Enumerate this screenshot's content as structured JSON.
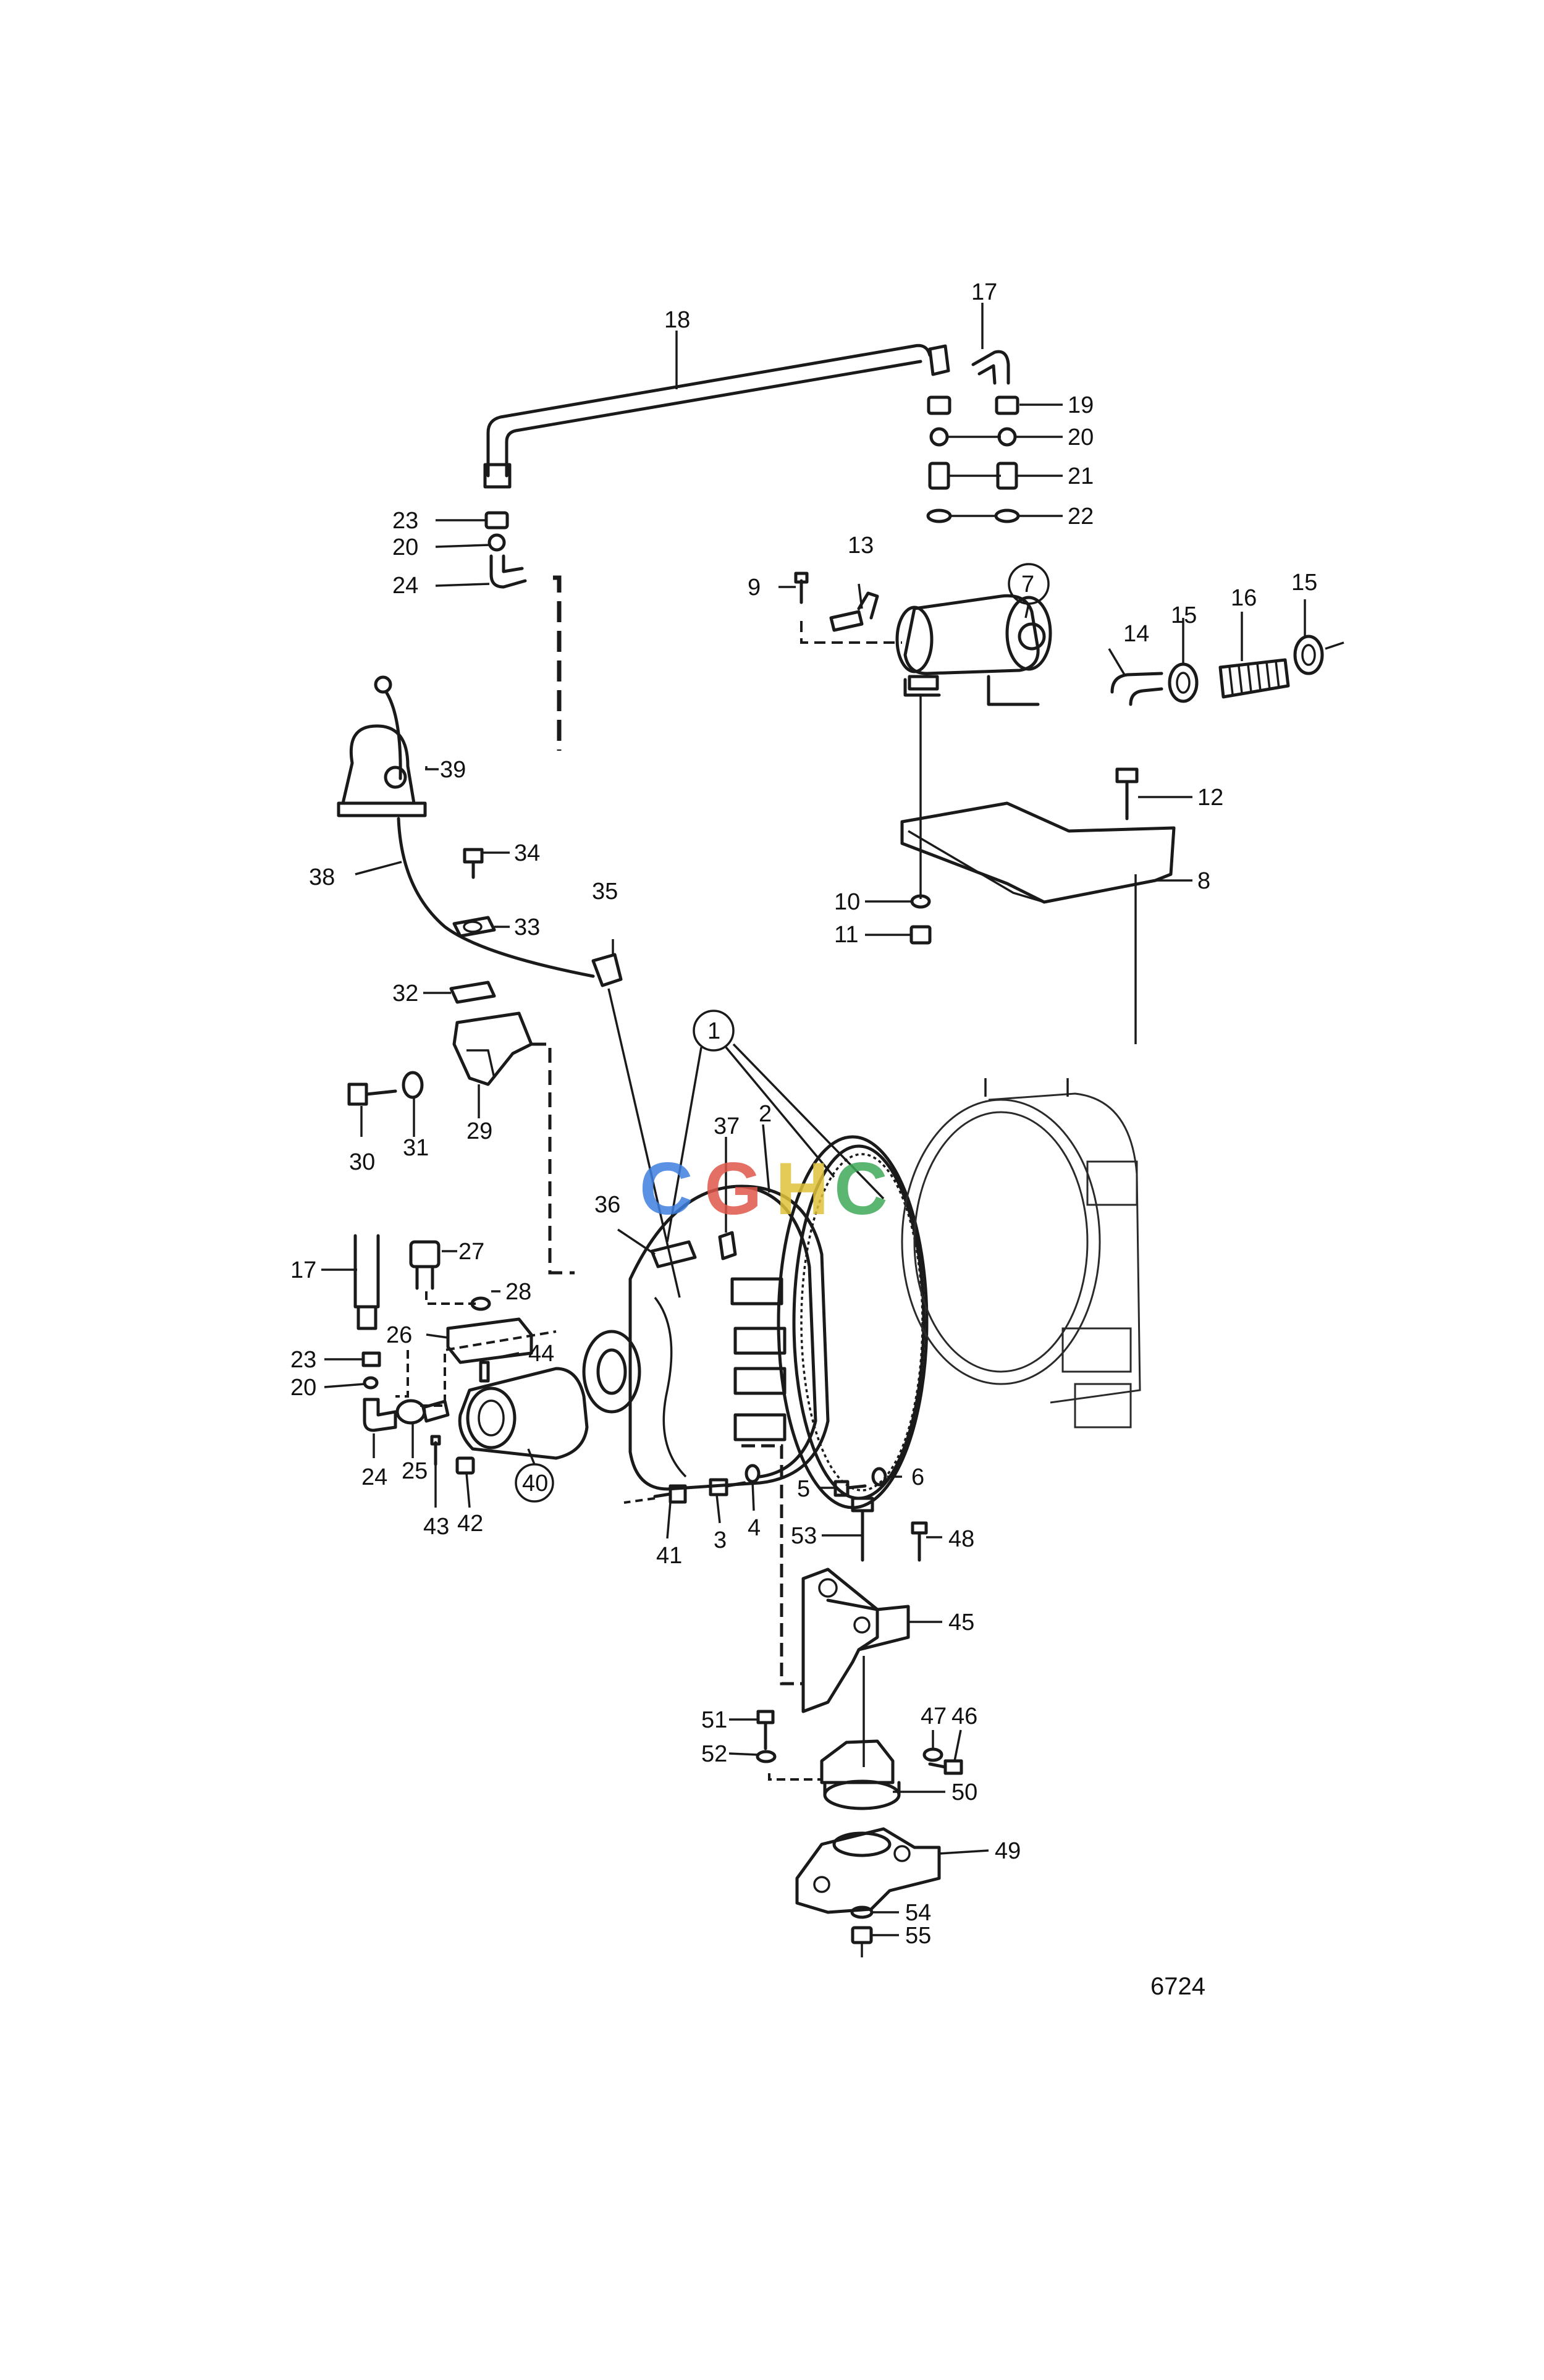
{
  "watermark": {
    "letters": [
      "C",
      "G",
      "H",
      "C"
    ],
    "colors": [
      "#3f7fe0",
      "#e0564a",
      "#e0c23a",
      "#3faa5a"
    ]
  },
  "figure_ref": "6724",
  "callouts": {
    "c1": "1",
    "c2": "2",
    "c3": "3",
    "c4": "4",
    "c5": "5",
    "c6": "6",
    "c7": "7",
    "c8": "8",
    "c9": "9",
    "c10": "10",
    "c11": "11",
    "c12": "12",
    "c13": "13",
    "c14": "14",
    "c15a": "15",
    "c15b": "15",
    "c16": "16",
    "c17a": "17",
    "c17b": "17",
    "c18": "18",
    "c19": "19",
    "c20a": "20",
    "c20b": "20",
    "c20c": "20",
    "c21": "21",
    "c22": "22",
    "c23a": "23",
    "c23b": "23",
    "c24a": "24",
    "c24b": "24",
    "c25": "25",
    "c26": "26",
    "c27": "27",
    "c28": "28",
    "c29": "29",
    "c30": "30",
    "c31": "31",
    "c32": "32",
    "c33": "33",
    "c34": "34",
    "c35": "35",
    "c36": "36",
    "c37": "37",
    "c38": "38",
    "c39": "39",
    "c40": "40",
    "c41": "41",
    "c42": "42",
    "c43": "43",
    "c44": "44",
    "c45": "45",
    "c46": "46",
    "c47": "47",
    "c48": "48",
    "c49": "49",
    "c50": "50",
    "c51": "51",
    "c52": "52",
    "c53": "53",
    "c54": "54",
    "c55": "55"
  }
}
